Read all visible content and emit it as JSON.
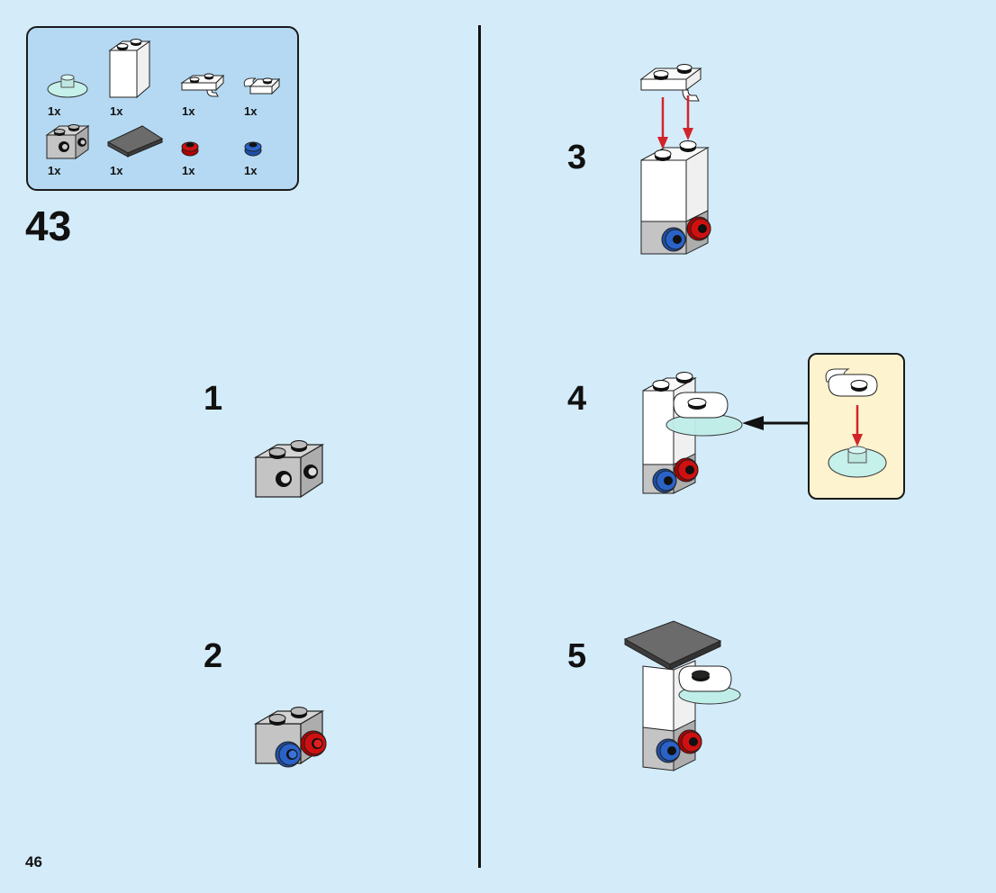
{
  "page": {
    "page_number": "46",
    "main_step": "43",
    "background_color": "#d4ecfa"
  },
  "parts_list": {
    "items": [
      {
        "part": "trans-clear-round-dish-with-stud",
        "qty": "1x"
      },
      {
        "part": "white-brick-1x2x2",
        "qty": "1x"
      },
      {
        "part": "white-plate-1x2-with-clip",
        "qty": "1x"
      },
      {
        "part": "white-plate-1x1-with-clip",
        "qty": "1x"
      },
      {
        "part": "light-gray-brick-1x2-with-studs-on-side",
        "qty": "1x"
      },
      {
        "part": "dark-gray-tile-2x2",
        "qty": "1x"
      },
      {
        "part": "red-round-plate-1x1",
        "qty": "1x"
      },
      {
        "part": "blue-round-plate-1x1",
        "qty": "1x"
      }
    ]
  },
  "substeps": [
    {
      "number": "1"
    },
    {
      "number": "2"
    },
    {
      "number": "3"
    },
    {
      "number": "4"
    },
    {
      "number": "5"
    }
  ],
  "colors": {
    "red": "#d01010",
    "blue": "#2a62c8",
    "light_gray": "#bdbdbd",
    "dark_gray": "#6b6b6b",
    "trans_clear": "#bfeee8",
    "callout_bg": "#fdf3cf",
    "parts_bg": "#b5d9f2",
    "arrow_red": "#d2232a"
  }
}
